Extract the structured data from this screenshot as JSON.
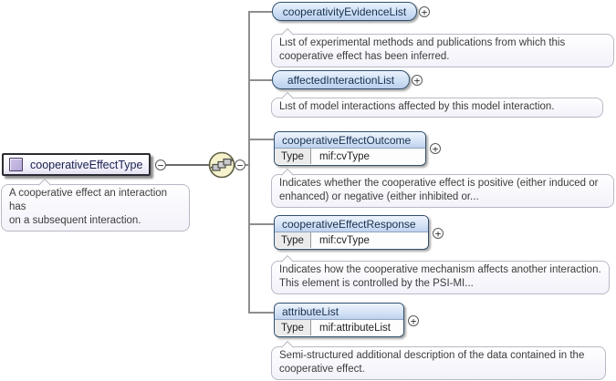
{
  "diagram": {
    "kind": "xml-schema-element-diagram",
    "colors": {
      "element_fill_top": "#eaf2fc",
      "element_fill_bottom": "#b9cfec",
      "element_border": "#31506e",
      "element_text": "#16304f",
      "annotation_border": "#b9b9c6",
      "annotation_text": "#3c3c3c",
      "sequence_icon_fill": "#f6f2cc",
      "root_icon_fill": "#b5a6d8",
      "line": "#8e8e8e"
    },
    "icons": {
      "collapse_glyph": "−",
      "expand_glyph": "+",
      "compositor": "sequence-icon",
      "root_marker": "element-icon"
    },
    "root": {
      "label": "cooperativeEffectType",
      "annotation": "A cooperative effect an interaction has\non a subsequent interaction."
    },
    "children": [
      {
        "label": "cooperativityEvidenceList",
        "annotation": "List of experimental methods and publications from which this\ncooperative effect has been inferred."
      },
      {
        "label": "affectedInteractionList",
        "annotation": "List of model interactions affected by this model interaction."
      },
      {
        "label": "cooperativeEffectOutcome",
        "type_label": "Type",
        "type_value": "mif:cvType",
        "annotation": "Indicates whether the cooperative effect is positive (either induced or\nenhanced) or negative (either inhibited or..."
      },
      {
        "label": "cooperativeEffectResponse",
        "type_label": "Type",
        "type_value": "mif:cvType",
        "annotation": "Indicates how the cooperative mechanism affects another interaction.\nThis element is controlled by the PSI-MI..."
      },
      {
        "label": "attributeList",
        "type_label": "Type",
        "type_value": "mif:attributeList",
        "annotation": "Semi-structured additional description of the data contained in the\ncooperative effect."
      }
    ]
  }
}
